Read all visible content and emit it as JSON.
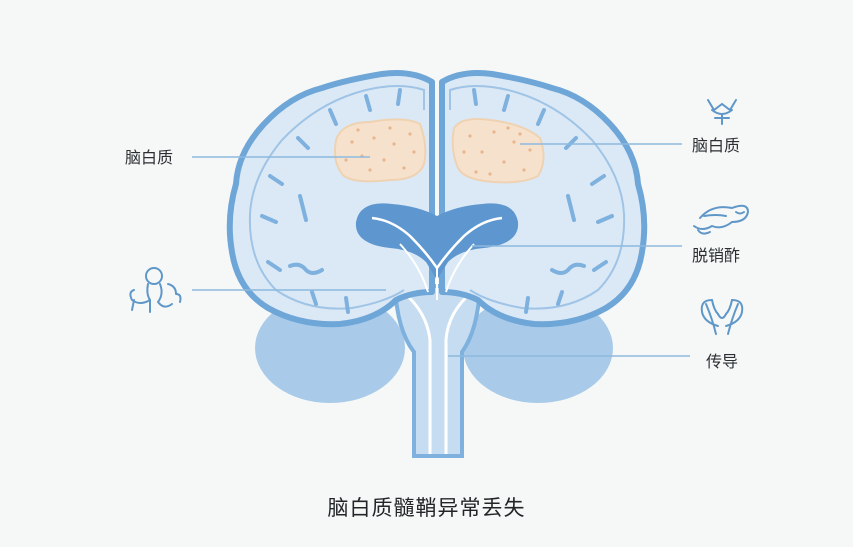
{
  "labels": {
    "left_top": "脑白质",
    "right_top": "脑白质",
    "right_mid": "脱销酢",
    "right_bot": "传导"
  },
  "caption": "脑白质髓鞘异常丢失",
  "icons": {
    "right_top": "neuron-icon",
    "right_mid": "myelin-sheath-icon",
    "right_bot": "brain-icon",
    "left_mid": "person-icon"
  },
  "colors": {
    "background": "#f6f8f7",
    "cortex_fill": "#dbe9f6",
    "cortex_stroke": "#6fa6d8",
    "deep_blue": "#7fb1de",
    "cerebellum": "#a9cbe9",
    "white_matter_patch": "#f6e2cc",
    "leader_line": "#8db9de",
    "icon_stroke": "#5f97c9"
  }
}
